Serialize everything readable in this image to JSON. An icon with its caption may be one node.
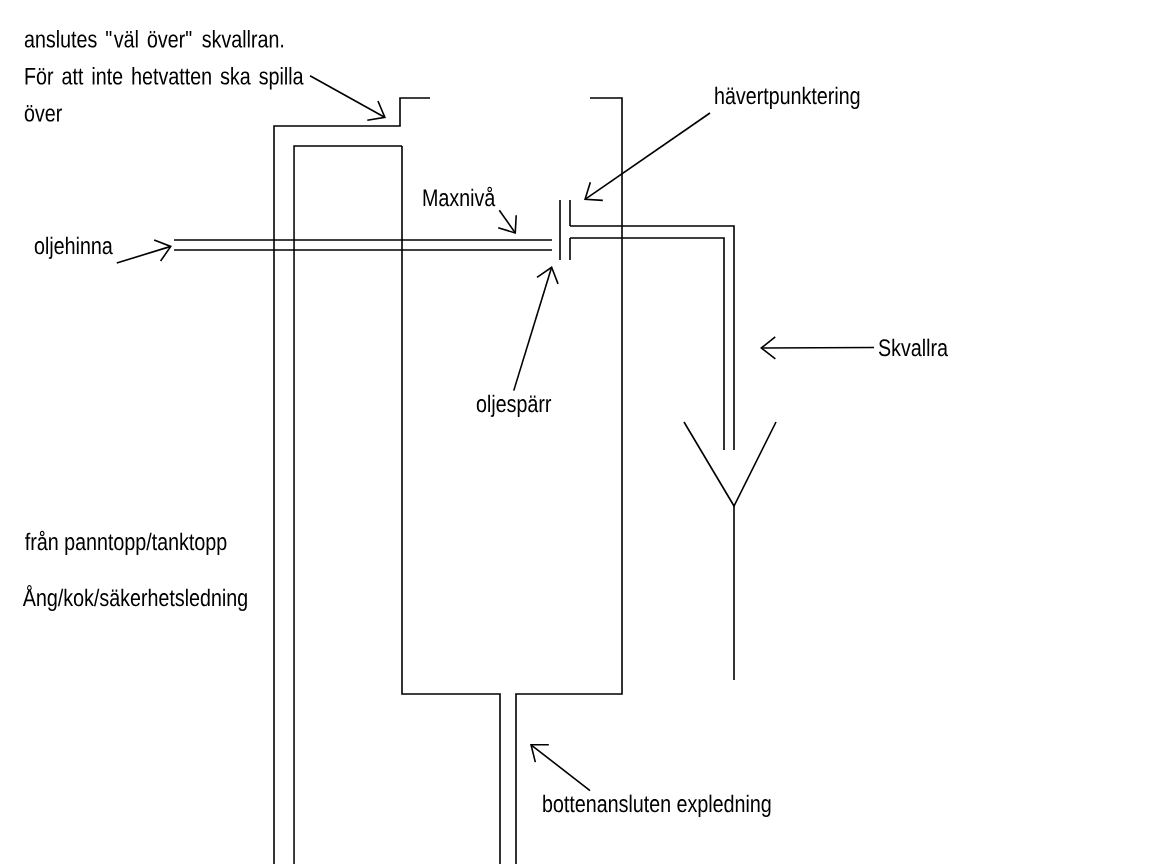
{
  "diagram": {
    "nodes": [
      {
        "text": [
          "anslutes \"väl över\" skvallran. För att inte hetvatten ska spilla över"
        ]
      },
      {
        "text": [
          "hävertpunktering"
        ]
      },
      {
        "text": [
          "Maxnivå"
        ]
      },
      {
        "text": [
          "oljehinna"
        ]
      },
      {
        "text": [
          "Skvallra"
        ]
      },
      {
        "text": [
          "oljespärr"
        ]
      },
      {
        "text": [
          "bottenansluten expledning"
        ]
      }
    ],
    "edges": [
      {
        "from": 0,
        "to": null,
        "arrow": "to"
      },
      {
        "from": 1,
        "to": null,
        "arrow": "to"
      },
      {
        "from": 2,
        "to": null,
        "arrow": "to"
      },
      {
        "from": 3,
        "to": null,
        "arrow": "to"
      },
      {
        "from": 4,
        "to": null,
        "arrow": "to"
      },
      {
        "from": 5,
        "to": null,
        "arrow": "to"
      },
      {
        "from": 6,
        "to": null,
        "arrow": "to"
      }
    ],
    "labels": [
      "från panntopp/tanktopp",
      "Ång/kok/säkerhetsledning"
    ]
  }
}
